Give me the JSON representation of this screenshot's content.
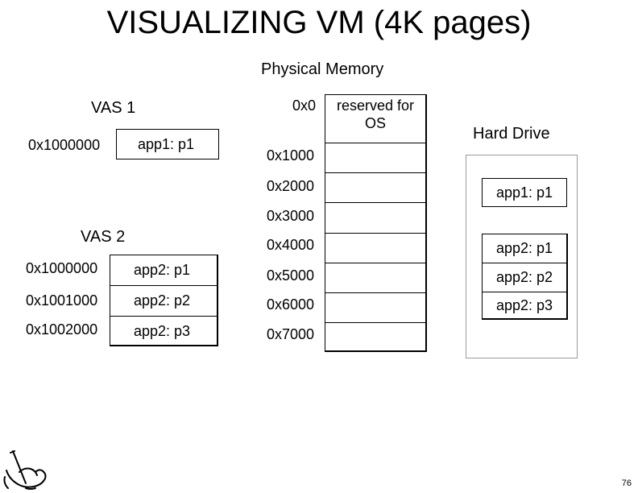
{
  "title": "VISUALIZING VM (4K pages)",
  "physical_memory": {
    "label": "Physical Memory",
    "reserved_label": "reserved for OS",
    "addresses": [
      "0x0",
      "0x1000",
      "0x2000",
      "0x3000",
      "0x4000",
      "0x5000",
      "0x6000",
      "0x7000"
    ]
  },
  "vas1": {
    "label": "VAS 1",
    "rows": [
      {
        "address": "0x1000000",
        "page": "app1: p1"
      }
    ]
  },
  "vas2": {
    "label": "VAS 2",
    "rows": [
      {
        "address": "0x1000000",
        "page": "app2: p1"
      },
      {
        "address": "0x1001000",
        "page": "app2: p2"
      },
      {
        "address": "0x1002000",
        "page": "app2: p3"
      }
    ]
  },
  "hard_drive": {
    "label": "Hard Drive",
    "pages": [
      "app1: p1",
      "app2: p1",
      "app2: p2",
      "app2: p3"
    ]
  },
  "footer": {
    "icon": "writing-hand-icon",
    "page_number": "76"
  }
}
